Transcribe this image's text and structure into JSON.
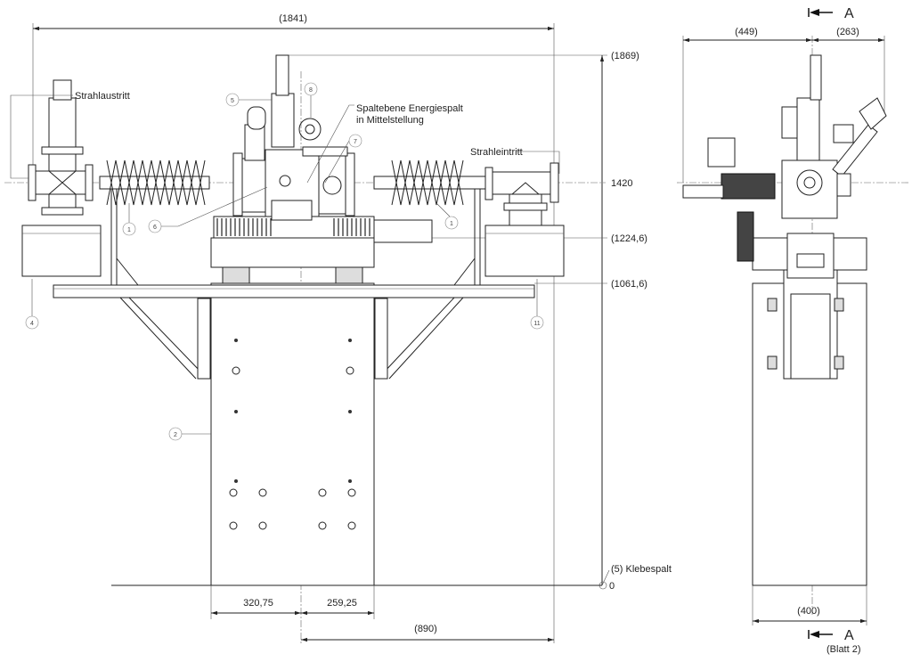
{
  "title_marks": {
    "section": "A",
    "sheet_ref": "(Blatt 2)"
  },
  "front_view": {
    "dimensions": {
      "overall_width": "(1841)",
      "overall_height": "(1869)",
      "beam_height": "1420",
      "platform_height": "(1224,6)",
      "beam_support_height": "(1061,6)",
      "glue_gap": "(5) Klebespalt",
      "zero": "0",
      "left_offset": "320,75",
      "right_offset": "259,25",
      "center_to_edge": "(890)"
    },
    "labels": {
      "beam_exit": "Strahlaustritt",
      "beam_entry": "Strahleintritt",
      "gap_plane_line1": "Spaltebene Energiespalt",
      "gap_plane_line2": "in Mittelstellung"
    },
    "balloons": [
      "1",
      "1",
      "2",
      "4",
      "5",
      "6",
      "7",
      "8",
      "11"
    ]
  },
  "side_view": {
    "dimensions": {
      "left_width": "(449)",
      "right_width": "(263)",
      "base_width": "(400)"
    }
  }
}
